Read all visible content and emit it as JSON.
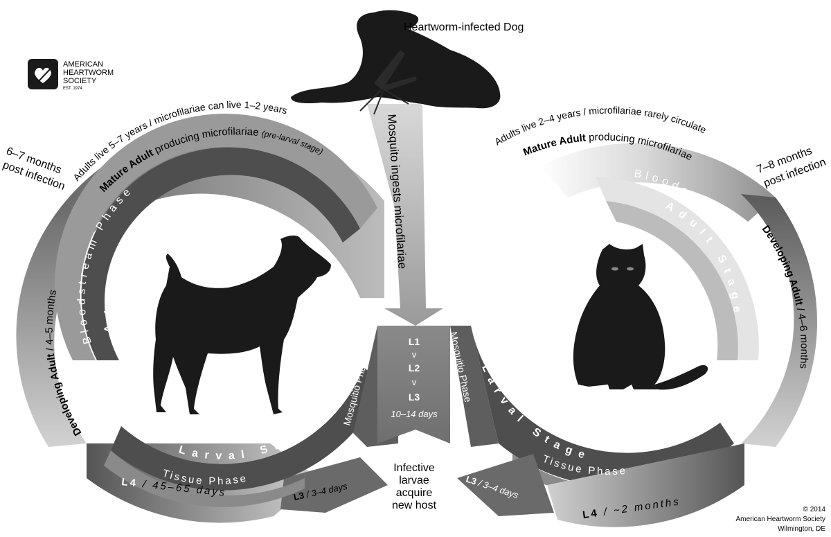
{
  "logo": {
    "line1": "AMERICAN",
    "line2": "HEARTWORM",
    "line3": "SOCIETY",
    "est": "EST. 1974",
    "icon": "mosquito-heart-icon"
  },
  "top": {
    "dog_label": "Heartworm-infected Dog",
    "mosquito_arrow": "Mosquito ingests microfilariae"
  },
  "center": {
    "l1": "L1",
    "v1": "v",
    "l2": "L2",
    "v2": "v",
    "l3": "L3",
    "days": "10–14 days",
    "infective_1": "Infective",
    "infective_2": "larvae",
    "infective_3": "acquire",
    "infective_4": "new host"
  },
  "dog_cycle": {
    "lifespan": "Adults live 5–7 years / microfilariae can live 1–2 years",
    "mature_bold": "Mature Adult",
    "mature_rest": " producing microfilariae ",
    "mature_italic": "(pre-larval stage)",
    "bloodstream": "Bloodstream Phase",
    "adult_stage": "Adult Stage",
    "post_1": "6–7 months",
    "post_2": "post infection",
    "developing_bold": "Developing Adult",
    "developing_rest": " / 4–5 months",
    "mosquito_phase": "Mosquitio Phase",
    "larval_stage": "Larval Stage",
    "tissue_phase": "Tissue Phase",
    "l4_bold": "L4",
    "l4_rest": " /  45–65 days",
    "l3_bold": "L3",
    "l3_rest": " / 3–4 days"
  },
  "cat_cycle": {
    "lifespan": "Adults live 2–4 years / microfilariae rarely circulate",
    "mature_bold": "Mature Adult",
    "mature_rest": " producing microfilariae",
    "bloodstream": "Bloodstream Phase",
    "adult_stage": "Adult Stage",
    "post_1": "7–8 months",
    "post_2": "post infection",
    "developing_bold": "Developing Adult",
    "developing_rest": " / 4–6 months",
    "mosquito_phase": "Mosquitio Phase",
    "larval_stage": "Larval Stage",
    "tissue_phase": "Tissue Phase",
    "l4_bold": "L4",
    "l4_rest": " /  ~2 months",
    "l3_bold": "L3",
    "l3_rest": " / 3–4 days"
  },
  "footer": {
    "copyright": "© 2014",
    "org": "American Heartworm Society",
    "city": "Wilmington, DE"
  },
  "colors": {
    "dark_band": "#5a5a5a",
    "mid_band": "#8a8a8a",
    "light_band": "#bdbdbd",
    "inner_band": "#4a4a4a",
    "silhouette": "#1a1a1a"
  }
}
